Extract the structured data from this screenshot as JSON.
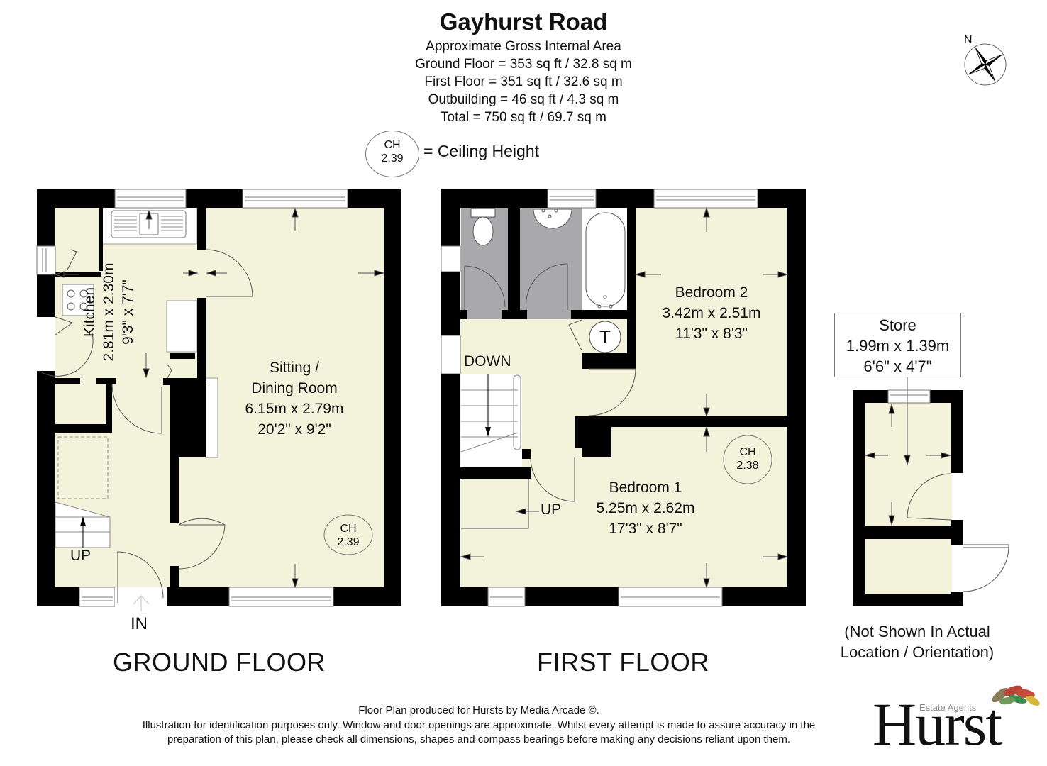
{
  "header": {
    "title": "Gayhurst Road",
    "subtitle": "Approximate Gross Internal Area",
    "areas": [
      "Ground Floor = 353 sq ft / 32.8 sq m",
      "First Floor = 351 sq ft / 32.6 sq m",
      "Outbuilding = 46 sq ft / 4.3 sq m",
      "Total = 750 sq ft / 69.7 sq m"
    ]
  },
  "legend": {
    "symbol_line1": "CH",
    "symbol_line2": "2.39",
    "text": "= Ceiling Height"
  },
  "compass": {
    "label": "N"
  },
  "ground_floor": {
    "label": "GROUND FLOOR",
    "entrance_label": "IN",
    "stairs_label": "UP",
    "rooms": {
      "kitchen": {
        "name": "Kitchen",
        "metric": "2.81m x 2.30m",
        "imperial": "9'3\" x 7'7\""
      },
      "sitting": {
        "name_line1": "Sitting /",
        "name_line2": "Dining Room",
        "metric": "6.15m x 2.79m",
        "imperial": "20'2\" x 9'2\""
      }
    },
    "ceiling": {
      "line1": "CH",
      "line2": "2.39"
    }
  },
  "first_floor": {
    "label": "FIRST FLOOR",
    "stairs_down_label": "DOWN",
    "stairs_up_label": "UP",
    "tank_label": "T",
    "rooms": {
      "bedroom2": {
        "name": "Bedroom 2",
        "metric": "3.42m x 2.51m",
        "imperial": "11'3\" x 8'3\""
      },
      "bedroom1": {
        "name": "Bedroom 1",
        "metric": "5.25m x 2.62m",
        "imperial": "17'3\" x 8'7\""
      }
    },
    "ceiling": {
      "line1": "CH",
      "line2": "2.38"
    }
  },
  "outbuilding": {
    "name": "Store",
    "metric": "1.99m x 1.39m",
    "imperial": "6'6\" x 4'7\"",
    "note_line1": "(Not Shown In Actual",
    "note_line2": "Location / Orientation)"
  },
  "footer": {
    "credit": "Floor Plan produced for Hursts by Media Arcade ©.",
    "disclaimer_line1": "Illustration for identification purposes only. Window and door openings are approximate. Whilst every attempt is made to assure accuracy in the",
    "disclaimer_line2": "preparation of this plan, please check all dimensions, shapes and compass bearings before making any decisions reliant upon them."
  },
  "logo": {
    "tagline": "Estate Agents",
    "name": "Hurst"
  },
  "colors": {
    "floor": "#f3f3dc",
    "wall": "#000000",
    "wet_room": "#a9a9ab",
    "window": "#ffffff",
    "outline": "#777777"
  }
}
